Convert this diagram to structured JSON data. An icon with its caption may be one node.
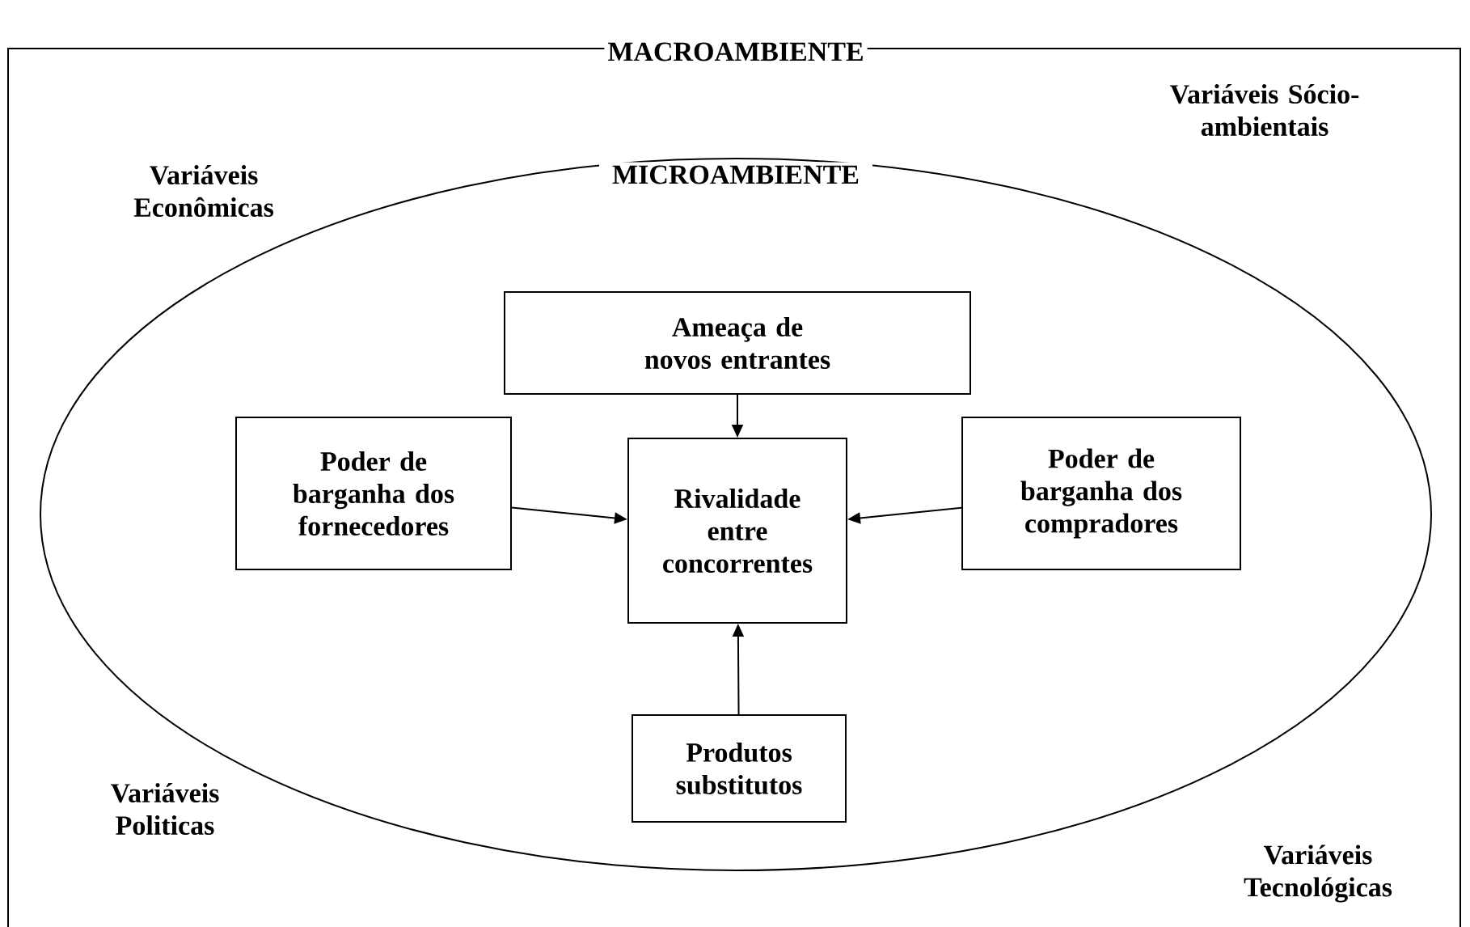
{
  "diagram": {
    "nodes": [
      {
        "text": [
          "MACROAMBIENTE"
        ]
      },
      {
        "text": [
          "MICROAMBIENTE"
        ],
        "in": 0
      },
      {
        "text": [
          "Ameaça de novos entrantes"
        ],
        "in": 1
      },
      {
        "text": [
          "Poder de barganha dos fornecedores"
        ],
        "in": 1
      },
      {
        "text": [
          "Rivalidade entre concorrentes"
        ],
        "in": 1
      },
      {
        "text": [
          "Poder de barganha dos compradores"
        ],
        "in": 1
      },
      {
        "text": [
          "Produtos substitutos"
        ],
        "in": 1
      }
    ],
    "edges": [
      {
        "from": 2,
        "to": 4,
        "arrow": "to"
      },
      {
        "from": 3,
        "to": 4,
        "arrow": "to"
      },
      {
        "from": 5,
        "to": 4,
        "arrow": "to"
      },
      {
        "from": 6,
        "to": 4,
        "arrow": "to"
      }
    ],
    "labels": [
      "Variáveis Econômicas",
      "Variáveis Sócio-ambientais",
      "Variáveis Politicas",
      "Variáveis Tecnológicas"
    ]
  }
}
